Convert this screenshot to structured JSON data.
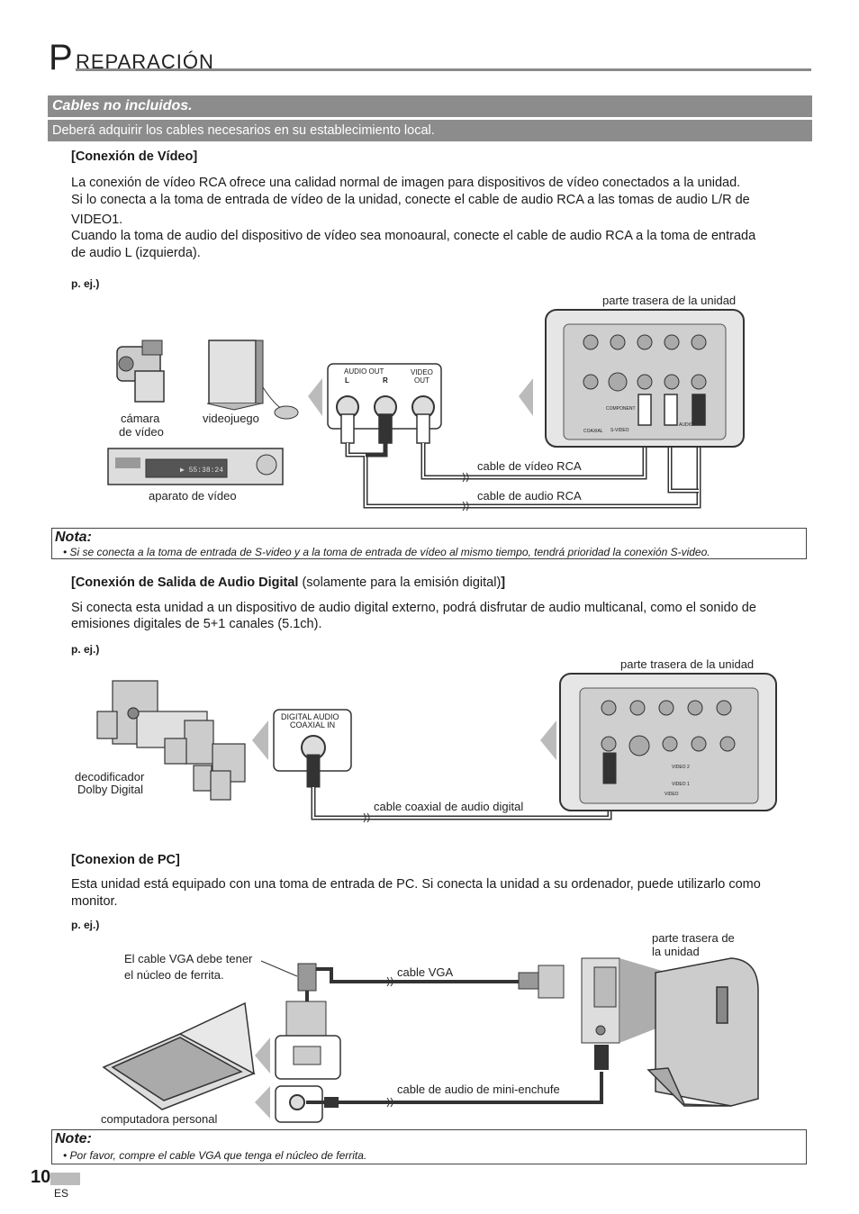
{
  "header": {
    "title_initial": "P",
    "title_rest": "REPARACIÓN"
  },
  "section": {
    "title": "Cables no incluidos.",
    "subtitle": "Deberá adquirir los cables necesarios en su establecimiento local."
  },
  "video": {
    "heading": "[Conexión de Vídeo]",
    "p1": "La conexión de vídeo RCA ofrece una calidad normal de imagen para dispositivos de vídeo conectados a la unidad.",
    "p2": "Si lo conecta a la toma de entrada de vídeo de la unidad, conecte el cable de audio RCA a las tomas de audio L/R de",
    "p3": "VIDEO1.",
    "p4": "Cuando la toma de audio del dispositivo de vídeo sea monoaural, conecte el cable de audio RCA a la toma de entrada",
    "p5": "de audio L (izquierda).",
    "eg": "p. ej.)",
    "rear_label": "parte trasera de la unidad",
    "camera": "cámara",
    "camera2": "de vídeo",
    "game": "videojuego",
    "vcr": "aparato de vídeo",
    "audio_out": "AUDIO OUT",
    "l": "L",
    "r": "R",
    "video_out": "VIDEO",
    "video_out2": "OUT",
    "cable_video": "cable de vídeo RCA",
    "cable_audio": "cable de audio RCA",
    "component": "COMPONENT",
    "s_video": "S-VIDEO",
    "coaxial": "COAXIAL",
    "audio": "AUDIO"
  },
  "nota1": {
    "title": "Nota:",
    "text": "• Si se conecta a la toma de entrada de S-video y a la toma de entrada de vídeo al mismo tiempo, tendrá prioridad la conexión S-video."
  },
  "digital": {
    "heading_bold": "[Conexión de Salida de Audio Digital",
    "heading_normal": " (solamente para la emisión digital)",
    "heading_end": "]",
    "p1": "Si conecta esta unidad a un dispositivo de audio digital externo, podrá disfrutar de audio multicanal, como el sonido de",
    "p2": "emisiones digitales de 5+1 canales (5.1ch).",
    "eg": "p. ej.)",
    "rear_label": "parte trasera de la unidad",
    "dolby1": "decodificador",
    "dolby2": "Dolby Digital",
    "jack1": "DIGITAL AUDIO",
    "jack2": "COAXIAL IN",
    "cable": "cable coaxial de audio digital",
    "video1": "VIDEO 1",
    "video2": "VIDEO 2",
    "video": "VIDEO"
  },
  "pc": {
    "heading": "[Conexion de PC]",
    "p1": "Esta unidad está equipado con una toma de entrada de PC. Si conecta la unidad a su ordenador, puede utilizarlo como",
    "p2": "monitor.",
    "eg": "p. ej.)",
    "rear1": "parte trasera de",
    "rear2": "la unidad",
    "vga_note1": "El cable VGA debe tener",
    "vga_note2": "el núcleo de  ferrita.",
    "cable_vga": "cable VGA",
    "cable_mini": "cable de audio de mini-enchufe",
    "pc_label": "computadora personal"
  },
  "nota2": {
    "title": "Note:",
    "text": "• Por favor, compre el cable VGA que tenga el núcleo de ferrita."
  },
  "footer": {
    "page": "10",
    "lang": "ES"
  }
}
